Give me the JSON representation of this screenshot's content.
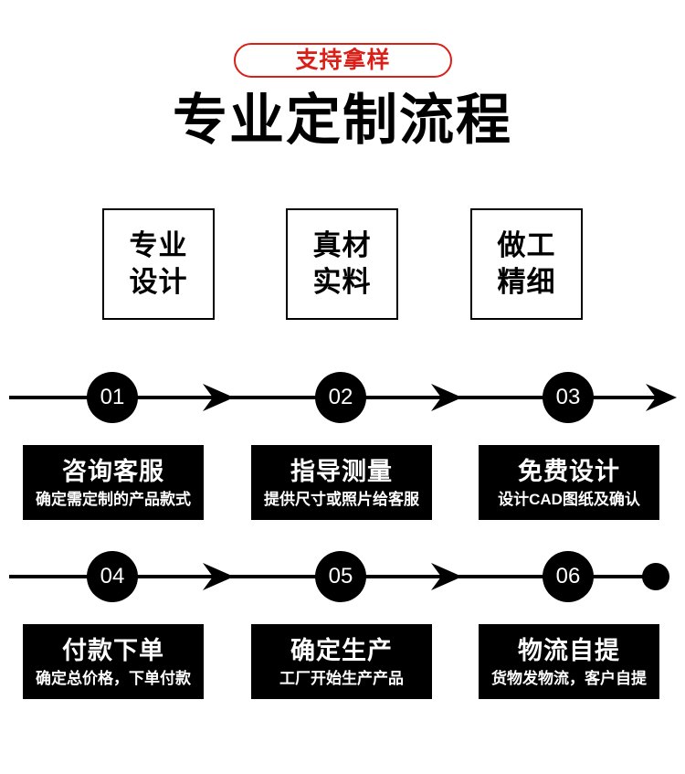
{
  "badge": {
    "label": "支持拿样",
    "color": "#d91f17"
  },
  "title": {
    "text": "专业定制流程",
    "color": "#000000"
  },
  "features": [
    {
      "line1": "专业",
      "line2": "设计"
    },
    {
      "line1": "真材",
      "line2": "实料"
    },
    {
      "line1": "做工",
      "line2": "精细"
    }
  ],
  "timelines": [
    {
      "circles": [
        "01",
        "02",
        "03"
      ],
      "end_marker": "arrow"
    },
    {
      "circles": [
        "04",
        "05",
        "06"
      ],
      "end_marker": "dot"
    }
  ],
  "steps_row1": [
    {
      "number": "01",
      "title": "咨询客服",
      "subtitle": "确定需定制的产品款式"
    },
    {
      "number": "02",
      "title": "指导测量",
      "subtitle": "提供尺寸或照片给客服"
    },
    {
      "number": "03",
      "title": "免费设计",
      "subtitle": "设计CAD图纸及确认"
    }
  ],
  "steps_row2": [
    {
      "number": "04",
      "title": "付款下单",
      "subtitle": "确定总价格，下单付款"
    },
    {
      "number": "05",
      "title": "确定生产",
      "subtitle": "工厂开始生产产品"
    },
    {
      "number": "06",
      "title": "物流自提",
      "subtitle": "货物发物流，客户自提"
    }
  ],
  "colors": {
    "background": "#ffffff",
    "ink": "#000000",
    "accent": "#d91f17",
    "box_text": "#ffffff"
  }
}
